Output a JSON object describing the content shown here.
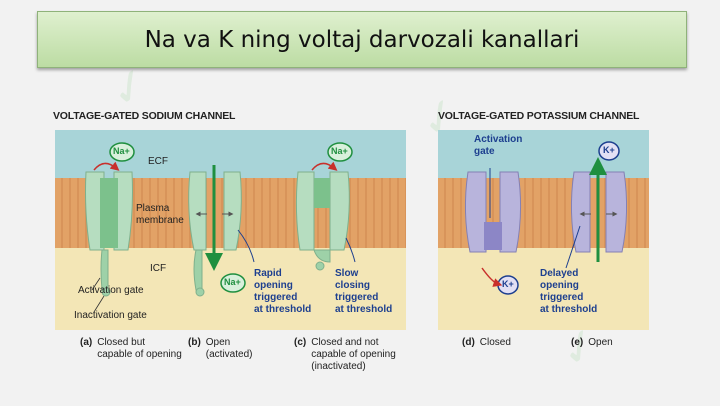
{
  "slide": {
    "title": "Na va K ning voltaj darvozali kanallari"
  },
  "sodium": {
    "heading": "VOLTAGE-GATED SODIUM CHANNEL",
    "ecf": "ECF",
    "plasma_membrane": "Plasma\nmembrane",
    "icf": "ICF",
    "activation_gate": "Activation gate",
    "inactivation_gate": "Inactivation gate",
    "ion": "Na+",
    "rapid_opening": "Rapid\nopening\ntriggered\nat threshold",
    "slow_closing": "Slow\nclosing\ntriggered\nat threshold",
    "cap_a_letter": "(a)",
    "cap_a_text": "Closed but\ncapable of opening",
    "cap_b_letter": "(b)",
    "cap_b_text": "Open\n(activated)",
    "cap_c_letter": "(c)",
    "cap_c_text": "Closed and not\ncapable of opening\n(inactivated)"
  },
  "potassium": {
    "heading": "VOLTAGE-GATED POTASSIUM CHANNEL",
    "activation_gate": "Activation\ngate",
    "ion": "K+",
    "delayed_opening": "Delayed\nopening\ntriggered\nat threshold",
    "cap_d_letter": "(d)",
    "cap_d_text": "Closed",
    "cap_e_letter": "(e)",
    "cap_e_text": "Open"
  },
  "colors": {
    "ecf": "#a8d4d8",
    "membrane": "#e2a266",
    "icf": "#f3e6b6",
    "na_channel": "#b6ddc0",
    "k_channel": "#b8b4dc",
    "arrow_green": "#1f8f3f",
    "arrow_red": "#c8302c",
    "label_blue": "#1d3f8f"
  }
}
